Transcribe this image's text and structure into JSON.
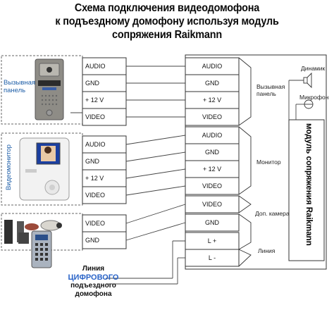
{
  "title": {
    "line1": "Схема подключения видеодомофона",
    "line2": "к подъездному домофону используя модуль",
    "line3": "сопряжения Raikmann"
  },
  "devices": {
    "call_panel_label_1": "Вызывная",
    "call_panel_label_2": "панель",
    "monitor_label": "Видеомонитор",
    "intercom_label_1": "Линия",
    "intercom_label_2": "ЦИФРОВОГО",
    "intercom_label_3": "подъездного",
    "intercom_label_4": "домофона"
  },
  "left_groups": {
    "panel": [
      "AUDIO",
      "GND",
      "+ 12 V",
      "VIDEO"
    ],
    "monitor": [
      "AUDIO",
      "GND",
      "+ 12 V",
      "VIDEO"
    ],
    "camera": [
      "VIDEO",
      "GND"
    ]
  },
  "module_terminals": [
    "AUDIO",
    "GND",
    "+ 12 V",
    "VIDEO",
    "AUDIO",
    "GND",
    "+ 12 V",
    "VIDEO",
    "VIDEO",
    "GND",
    "L +",
    "L -"
  ],
  "zones": {
    "panel_1": "Вызывная",
    "panel_2": "панель",
    "monitor": "Монитор",
    "camera": "Доп. камера",
    "line": "Линия"
  },
  "right": {
    "speaker": "Динамик",
    "mic": "Микрофон",
    "module_title": "модуль сопряжения Raikmann"
  },
  "colors": {
    "wire": "#444444",
    "border": "#333333",
    "blue_label": "#1f5fa8",
    "digital": "#2a64c8"
  }
}
